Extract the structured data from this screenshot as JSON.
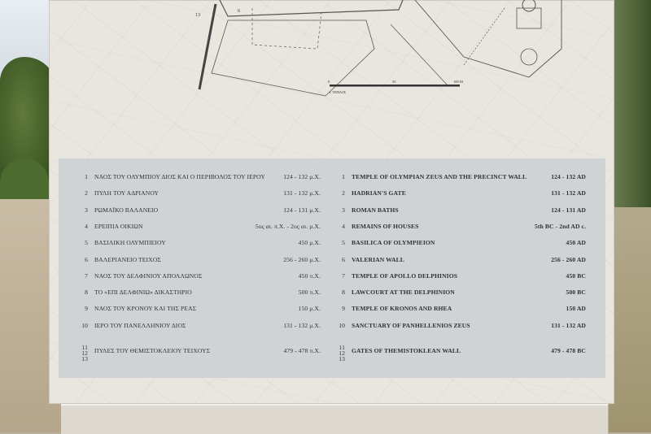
{
  "map": {
    "marker_13": "13",
    "marker_6": "6",
    "scale_start": "0",
    "scale_mid": "50",
    "scale_end": "100 M",
    "credit": "I. ΤΡΑΥΛΟΣ"
  },
  "greek_rows": [
    {
      "num": "1",
      "name": "ΝΑΟΣ ΤΟΥ ΟΛΥΜΠΙΟΥ ΔΙΟΣ ΚΑΙ Ο ΠΕΡΙΒΟΛΟΣ ΤΟΥ ΙΕΡΟΥ",
      "date": "124 - 132 μ.Χ."
    },
    {
      "num": "2",
      "name": "ΠΥΛΗ ΤΟΥ ΑΔΡΙΑΝΟΥ",
      "date": "131 - 132 μ.Χ."
    },
    {
      "num": "3",
      "name": "ΡΩΜΑΪΚΟ ΒΑΛΑΝΕΙΟ",
      "date": "124 - 131 μ.Χ."
    },
    {
      "num": "4",
      "name": "ΕΡΕΙΠΙΑ ΟΙΚΙΩΝ",
      "date": "5ος αι. π.Χ. - 2ος αι. μ.Χ."
    },
    {
      "num": "5",
      "name": "ΒΑΣΙΛΙΚΗ ΟΛΥΜΠΙΕΙΟΥ",
      "date": "450 μ.Χ."
    },
    {
      "num": "6",
      "name": "ΒΑΛΕΡΙΑΝΕΙΟ ΤΕΙΧΟΣ",
      "date": "256 - 260 μ.Χ."
    },
    {
      "num": "7",
      "name": "ΝΑΟΣ ΤΟΥ ΔΕΛΦΙΝΙΟΥ ΑΠΟΛΛΩΝΟΣ",
      "date": "450 π.Χ."
    },
    {
      "num": "8",
      "name": "ΤΟ «ΕΠΙ ΔΕΛΦΙΝΙΩ» ΔΙΚΑΣΤΗΡΙΟ",
      "date": "500 π.Χ."
    },
    {
      "num": "9",
      "name": "ΝΑΟΣ ΤΟΥ ΚΡΟΝΟΥ ΚΑΙ ΤΗΣ ΡΕΑΣ",
      "date": "150 μ.Χ."
    },
    {
      "num": "10",
      "name": "ΙΕΡΟ ΤΟΥ ΠΑΝΕΛΛΗΝΙΟΥ ΔΙΟΣ",
      "date": "131 - 132 μ.Χ."
    }
  ],
  "greek_last": {
    "nums": [
      "11",
      "12",
      "13"
    ],
    "name": "ΠΥΛΕΣ ΤΟΥ ΘΕΜΙΣΤΟΚΛΕΙΟΥ ΤΕΙΧΟΥΣ",
    "date": "479 - 478 π.Χ."
  },
  "english_rows": [
    {
      "num": "1",
      "name": "TEMPLE OF OLYMPIAN ZEUS AND THE PRECINCT WALL",
      "date": "124 - 132 AD"
    },
    {
      "num": "2",
      "name": "HADRIAN'S GATE",
      "date": "131 - 132 AD"
    },
    {
      "num": "3",
      "name": "ROMAN BATHS",
      "date": "124 - 131 AD"
    },
    {
      "num": "4",
      "name": "REMAINS OF HOUSES",
      "date": "5th BC - 2nd AD c."
    },
    {
      "num": "5",
      "name": "BASILICA OF OLYMPIEION",
      "date": "450 AD"
    },
    {
      "num": "6",
      "name": "VALERIAN WALL",
      "date": "256 - 260 AD"
    },
    {
      "num": "7",
      "name": "TEMPLE OF APOLLO DELPHINIOS",
      "date": "450 BC"
    },
    {
      "num": "8",
      "name": "LAWCOURT AT THE DELPHINION",
      "date": "500 BC"
    },
    {
      "num": "9",
      "name": "TEMPLE OF KRONOS AND RHEA",
      "date": "150 AD"
    },
    {
      "num": "10",
      "name": "SANCTUARY OF PANHELLENIOS ZEUS",
      "date": "131 - 132 AD"
    }
  ],
  "english_last": {
    "nums": [
      "11",
      "12",
      "13"
    ],
    "name": "GATES OF THEMISTOKLEAN WALL",
    "date": "479 - 478 BC"
  }
}
